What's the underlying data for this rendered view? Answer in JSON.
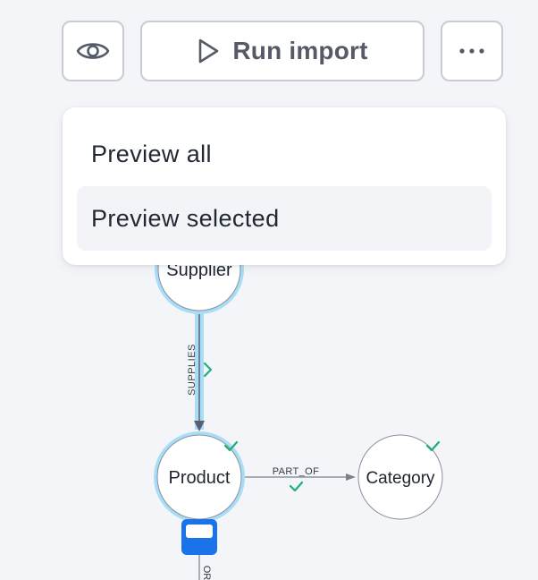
{
  "toolbar": {
    "preview_icon": "eye-icon",
    "run_icon": "play-icon",
    "run_label": "Run import",
    "more_icon": "more-horizontal-icon"
  },
  "menu": {
    "items": [
      {
        "label": "Preview all",
        "active": false
      },
      {
        "label": "Preview selected",
        "active": true
      }
    ]
  },
  "graph": {
    "nodes": {
      "supplier": {
        "label": "Supplier",
        "selected": true
      },
      "product": {
        "label": "Product",
        "selected": true,
        "checked": true
      },
      "category": {
        "label": "Category",
        "checked": true
      }
    },
    "edges": {
      "supplies": {
        "label": "SUPPLIES",
        "checked": true
      },
      "part_of": {
        "label": "PART_OF",
        "checked": true
      },
      "orders": {
        "label": "OR"
      }
    }
  },
  "colors": {
    "accent": "#1a73e8",
    "selection_halo": "#a9ddf7",
    "check": "#1bb07a",
    "border": "#c9ccd3"
  }
}
